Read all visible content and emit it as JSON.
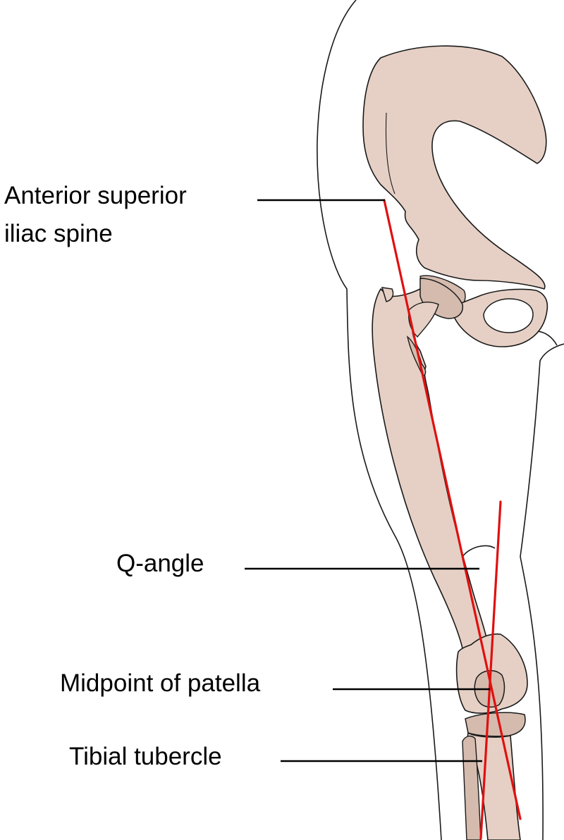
{
  "labels": {
    "asis_line1": "Anterior superior",
    "asis_line2": "iliac spine",
    "q_angle": "Q-angle",
    "patella": "Midpoint of patella",
    "tibial": "Tibial tubercle"
  },
  "colors": {
    "bone_fill": "#e6d0c5",
    "bone_shade": "#d4bbae",
    "outline": "#1a1a1a",
    "axis_line": "#e01010",
    "leader": "#000000"
  }
}
